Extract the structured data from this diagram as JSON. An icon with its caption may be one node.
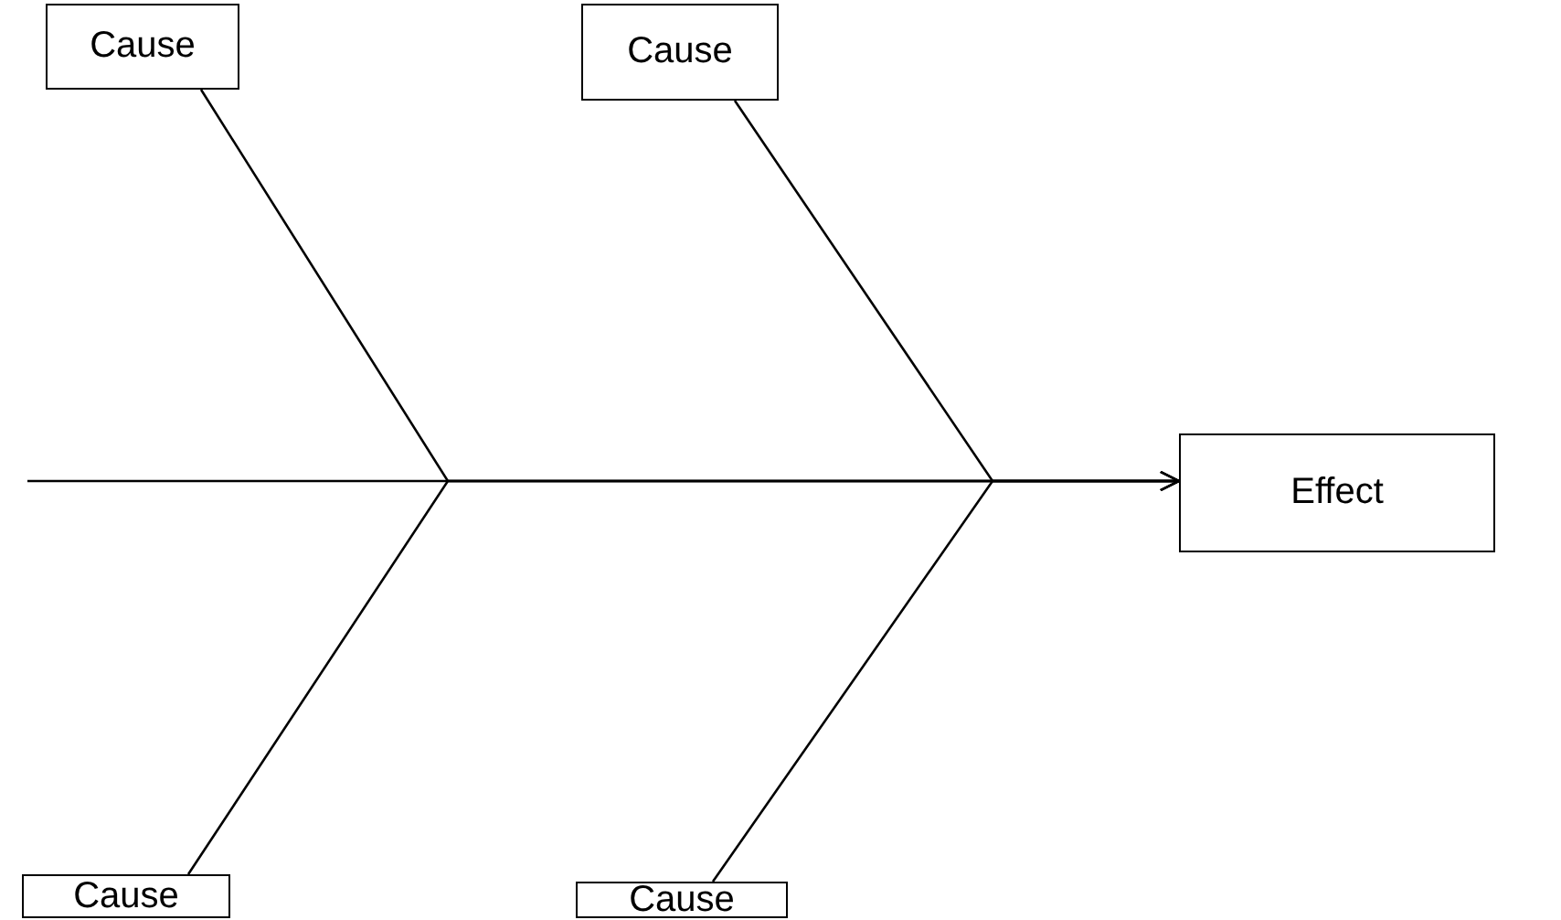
{
  "diagram": {
    "nodes": [
      {
        "text": [
          "Cause"
        ]
      },
      {
        "text": [
          "Cause"
        ]
      },
      {
        "text": [
          "Effect"
        ]
      },
      {
        "text": [
          "Cause"
        ]
      },
      {
        "text": [
          "Cause"
        ]
      }
    ],
    "edges": [
      {
        "from": null,
        "to": 2,
        "arrow": "to"
      },
      {
        "from": 0,
        "to": 2,
        "arrow": "to"
      },
      {
        "from": 1,
        "to": 2,
        "arrow": "to"
      },
      {
        "from": 3,
        "to": 2,
        "arrow": "to"
      },
      {
        "from": 4,
        "to": 2,
        "arrow": "to"
      }
    ]
  }
}
